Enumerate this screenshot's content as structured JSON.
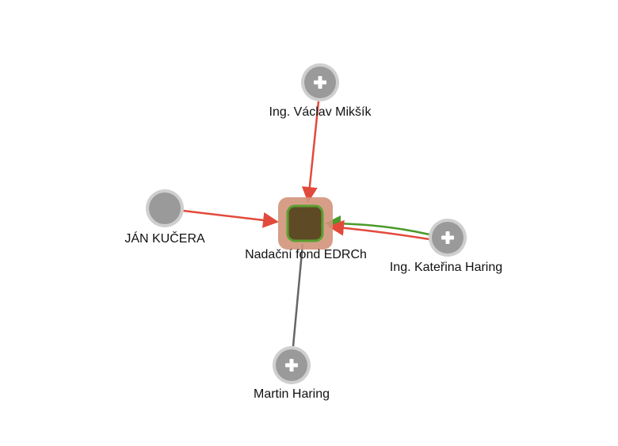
{
  "graph": {
    "center": {
      "label": "Nadační fond EDRCh",
      "halo_color": "#d2947a",
      "fill_color": "#5e4a24",
      "border_color": "#5aa032"
    },
    "nodes": [
      {
        "id": "miksik",
        "label": "Ing. Václav Mikšík",
        "icon": "plus-icon",
        "expandable": true
      },
      {
        "id": "kucera",
        "label": "JÁN KUČERA",
        "icon": "none",
        "expandable": false
      },
      {
        "id": "katerina",
        "label": "Ing. Kateřina Haring",
        "icon": "plus-icon",
        "expandable": true
      },
      {
        "id": "martin",
        "label": "Martin Haring",
        "icon": "plus-icon",
        "expandable": true
      }
    ],
    "colors": {
      "edge_red": "#e24a3c",
      "edge_green": "#4a9a2a",
      "edge_gray": "#666666",
      "node_fill": "#9a9a9a",
      "node_ring": "#cfcfcf",
      "icon": "#ffffff"
    }
  }
}
